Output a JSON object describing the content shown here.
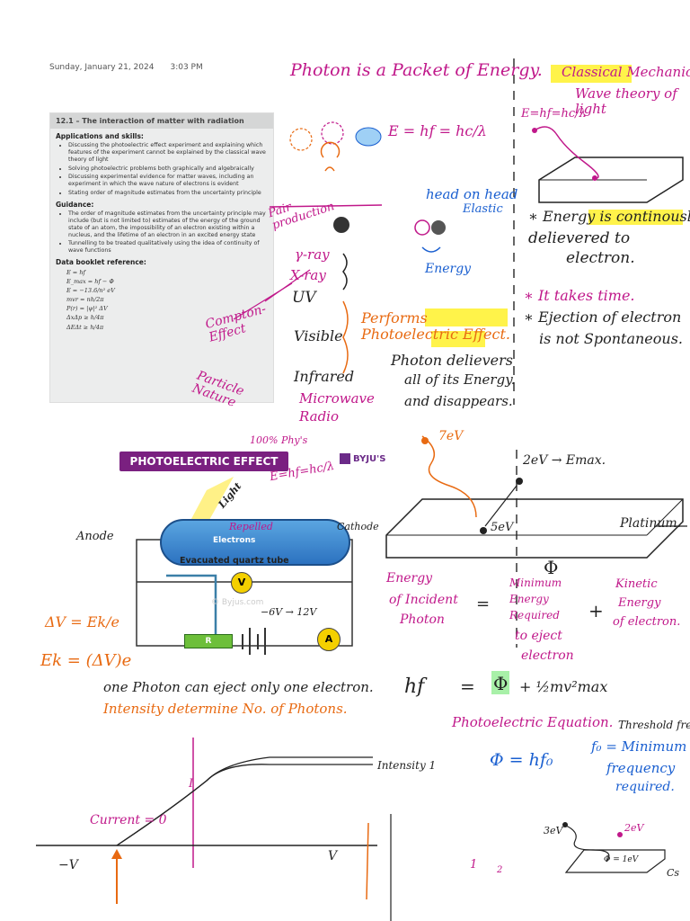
{
  "meta": {
    "date": "Sunday, January 21, 2024",
    "time": "3:03 PM"
  },
  "syllabus": {
    "header": "12.1 – The interaction of matter with radiation",
    "applications_title": "Applications and skills:",
    "applications": [
      "Discussing the photoelectric effect experiment and explaining which features of the experiment cannot be explained by the classical wave theory of light",
      "Solving photoelectric problems both graphically and algebraically",
      "Discussing experimental evidence for matter waves, including an experiment in which the wave nature of electrons is evident",
      "Stating order of magnitude estimates from the uncertainty principle"
    ],
    "guidance_title": "Guidance:",
    "guidance": [
      "The order of magnitude estimates from the uncertainty principle may include (but is not limited to) estimates of the energy of the ground state of an atom, the impossibility of an electron existing within a nucleus, and the lifetime of an electron in an excited energy state",
      "Tunnelling to be treated qualitatively using the idea of continuity of wave functions"
    ],
    "databook_title": "Data booklet reference:",
    "equations": [
      "E = hf",
      "E_max = hf − Φ",
      "E = −13.6/n² eV",
      "mvr = nh/2π",
      "P(r) = |ψ|² ΔV",
      "ΔxΔp ≥ h/4π",
      "ΔEΔt ≥ h/4π"
    ]
  },
  "notes": {
    "photon_packet": "Photon is a Packet of Energy.",
    "e_hf_top": "E = hf = hc/λ",
    "classical_mech": "Classical Mechanics",
    "wave_theory": "Wave theory of light",
    "e_hf_right": "E=hf=hc/λ",
    "energy_continuous_1": "∗ Energy is continously",
    "energy_continuous_2": "delievered to",
    "energy_continuous_3": "electron.",
    "takes_time": "∗ It takes time.",
    "ejection_1": "∗ Ejection of electron",
    "ejection_2": "is not Spontaneous.",
    "pair_production": "Pair production",
    "head_on": "head on head",
    "elastic": "Elastic",
    "energy_blue": "Energy",
    "gamma_ray": "γ-ray",
    "x_ray": "X-ray",
    "uv": "UV",
    "visible": "Visible",
    "infrared": "Infrared",
    "microwave": "Microwave",
    "radio": "Radio",
    "compton": "Compton-Effect",
    "particle_nature": "Particle Nature",
    "performs_pe": "Performs Photoelectric Effect.",
    "photon_delivers_1": "Photon delievers",
    "photon_delivers_2": "all of its Energy.",
    "photon_delivers_3": "and disappears.",
    "banner": "PHOTOELECTRIC EFFECT",
    "byjus": "BYJU'S",
    "physics_note": "100% Phy's",
    "light": "Light",
    "e_hf_diag": "E=hf=hc/λ",
    "repelled": "Repelled",
    "cathode": "Cathode",
    "anode": "Anode",
    "electrons": "Electrons",
    "evacuated": "Evacuated quartz tube",
    "v_meter": "V",
    "a_meter": "A",
    "resistor": "R",
    "voltage_range": "−6V → 12V",
    "delta_v": "ΔV = Ek/e",
    "ek": "Ek = (ΔV)e",
    "watermark": "© Byjus.com",
    "ev7": "7eV",
    "ev2": "2eV → Emax.",
    "ev5": "5eV",
    "platinum": "Platinum.",
    "phi_symbol": "Φ",
    "energy_incident_1": "Energy",
    "energy_incident_2": "of Incident",
    "energy_incident_3": "Photon",
    "equals": "=",
    "min_energy_1": "Minimum",
    "min_energy_2": "Energy",
    "min_energy_3": "Required",
    "min_energy_4": "to eject",
    "min_energy_5": "electron",
    "plus": "+",
    "kinetic_1": "Kinetic",
    "kinetic_2": "Energy",
    "kinetic_3": "of electron.",
    "one_photon": "one Photon can     eject only one electron.",
    "hf": "hf",
    "eq_equals": "=",
    "phi_eq": "Φ",
    "half_mv": "+ ½mv²max",
    "intensity": "Intensity determine No. of Photons.",
    "pe_equation": "Photoelectric Equation.",
    "threshold": "Threshold fre",
    "f0_min": "f₀ = Minimum",
    "frequency": "frequency",
    "required": "required.",
    "phi_hf0": "Φ = hf₀",
    "intensity_label": "Intensity 1",
    "i_label": "I",
    "current_zero": "Current = 0",
    "minus_v": "−V",
    "v_axis": "V",
    "ev3": "3eV",
    "ev2b": "2eV",
    "ev1": "Φ = 1eV",
    "cs": "Cs",
    "one": "1",
    "two": "2"
  }
}
